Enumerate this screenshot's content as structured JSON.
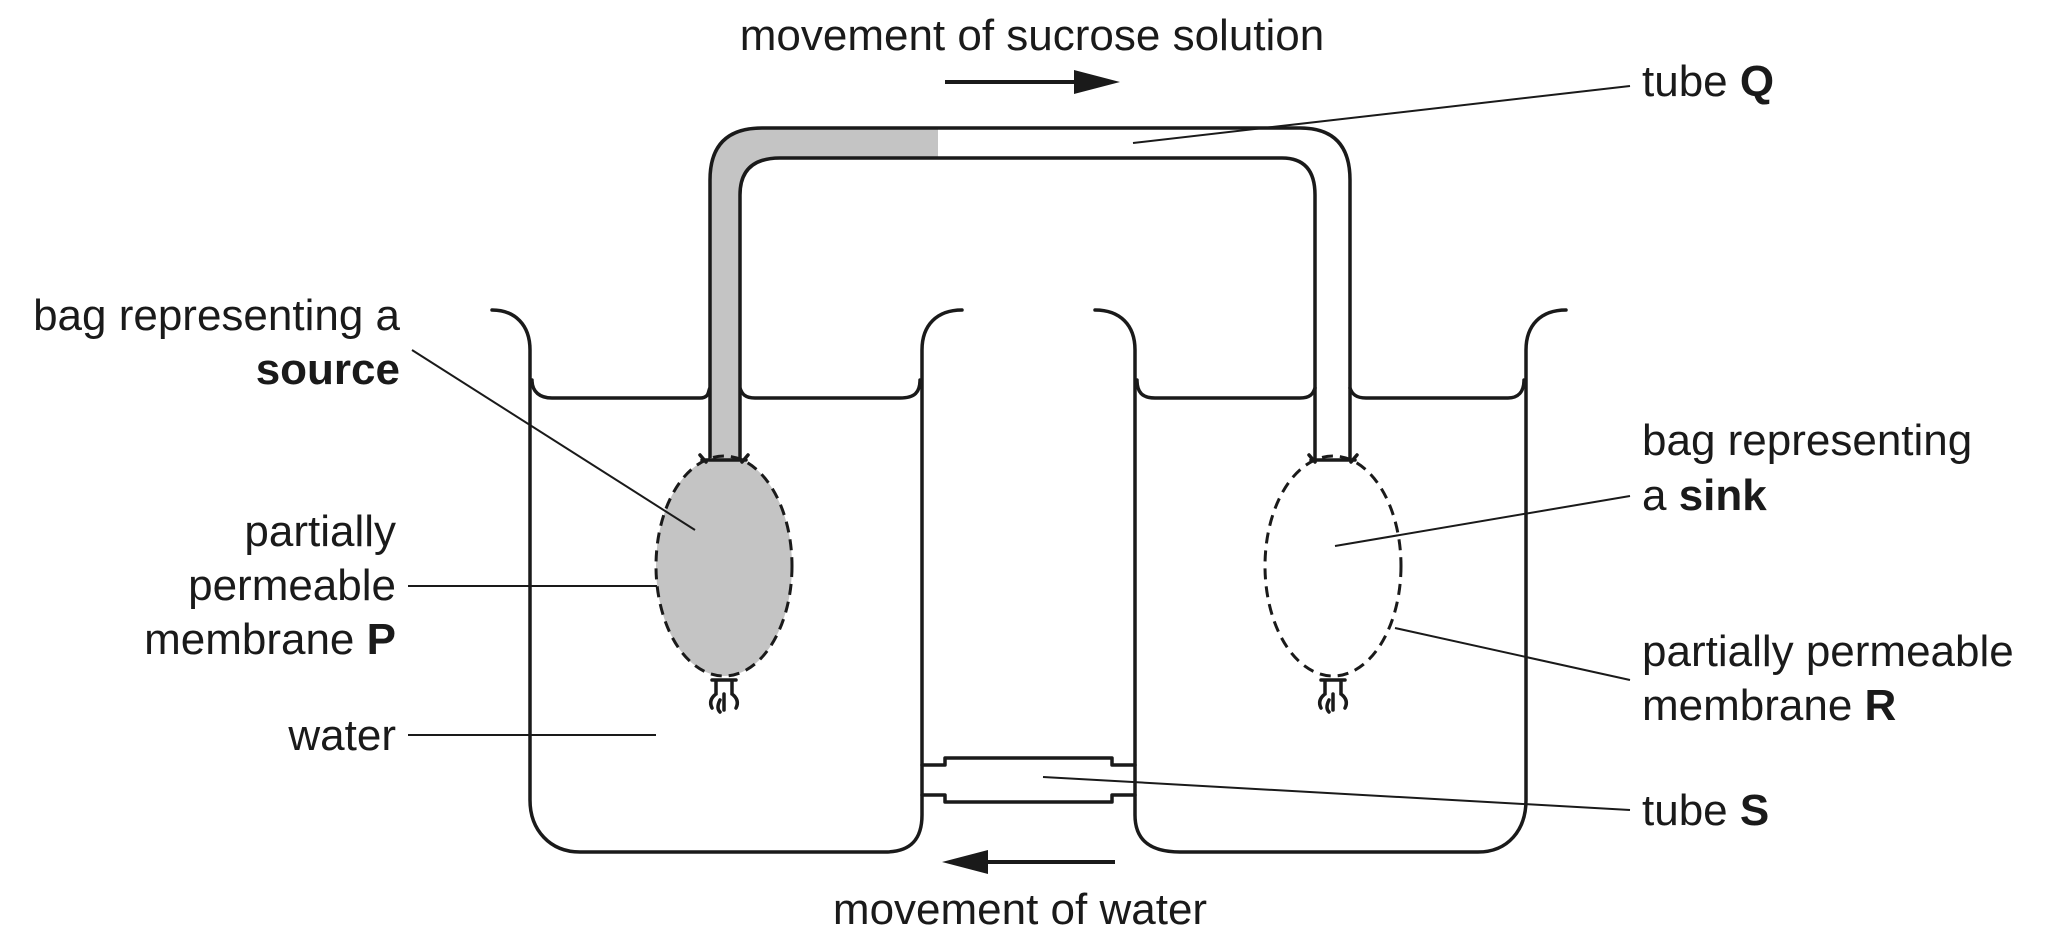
{
  "labels": {
    "sucrose_movement": "movement of sucrose solution",
    "water_movement": "movement of water",
    "tube_q_prefix": "tube ",
    "tube_q_letter": "Q",
    "tube_s_prefix": "tube ",
    "tube_s_letter": "S",
    "source_line1": "bag representing a",
    "source_line2": "source",
    "membrane_p_line1": "partially",
    "membrane_p_line2": "permeable",
    "membrane_p_line3_prefix": "membrane ",
    "membrane_p_letter": "P",
    "water": "water",
    "sink_line1": "bag representing",
    "sink_line2_prefix": "a ",
    "sink_line2_bold": "sink",
    "membrane_r_line1": "partially permeable",
    "membrane_r_line2_prefix": "membrane ",
    "membrane_r_letter": "R"
  },
  "colors": {
    "sucrose_fill": "#c4c4c4",
    "outline": "#1a1a1a",
    "background": "#ffffff"
  }
}
